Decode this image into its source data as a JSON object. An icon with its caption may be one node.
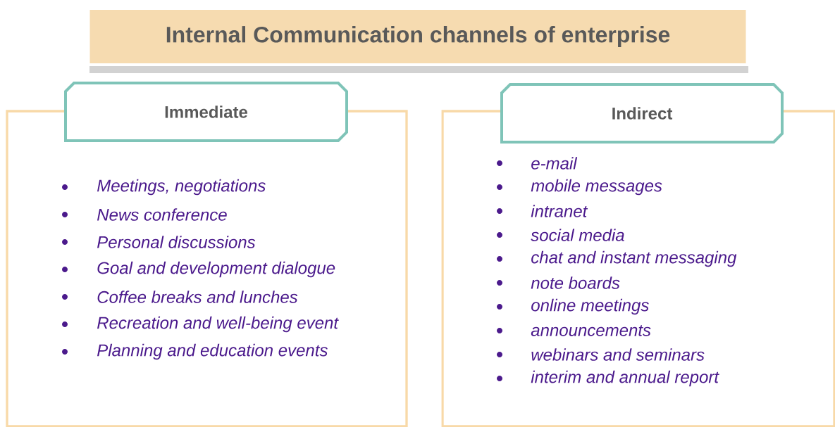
{
  "diagram": {
    "title": "Internal Communication channels of enterprise",
    "nodes": [
      {
        "text": [
          "Immediate"
        ]
      },
      {
        "text": [
          "Meetings, negotiations",
          "News conference",
          "Personal discussions",
          "Goal and development dialogue",
          "Coffee breaks and lunches",
          "Recreation and well-being event",
          "Planning and education events"
        ]
      },
      {
        "text": [
          "Indirect"
        ]
      },
      {
        "text": [
          "e-mail",
          "mobile messages",
          "intranet",
          "social media",
          "chat and instant messaging",
          "note boards",
          "online meetings",
          "announcements",
          "webinars and seminars",
          "interim and annual report"
        ]
      }
    ]
  }
}
